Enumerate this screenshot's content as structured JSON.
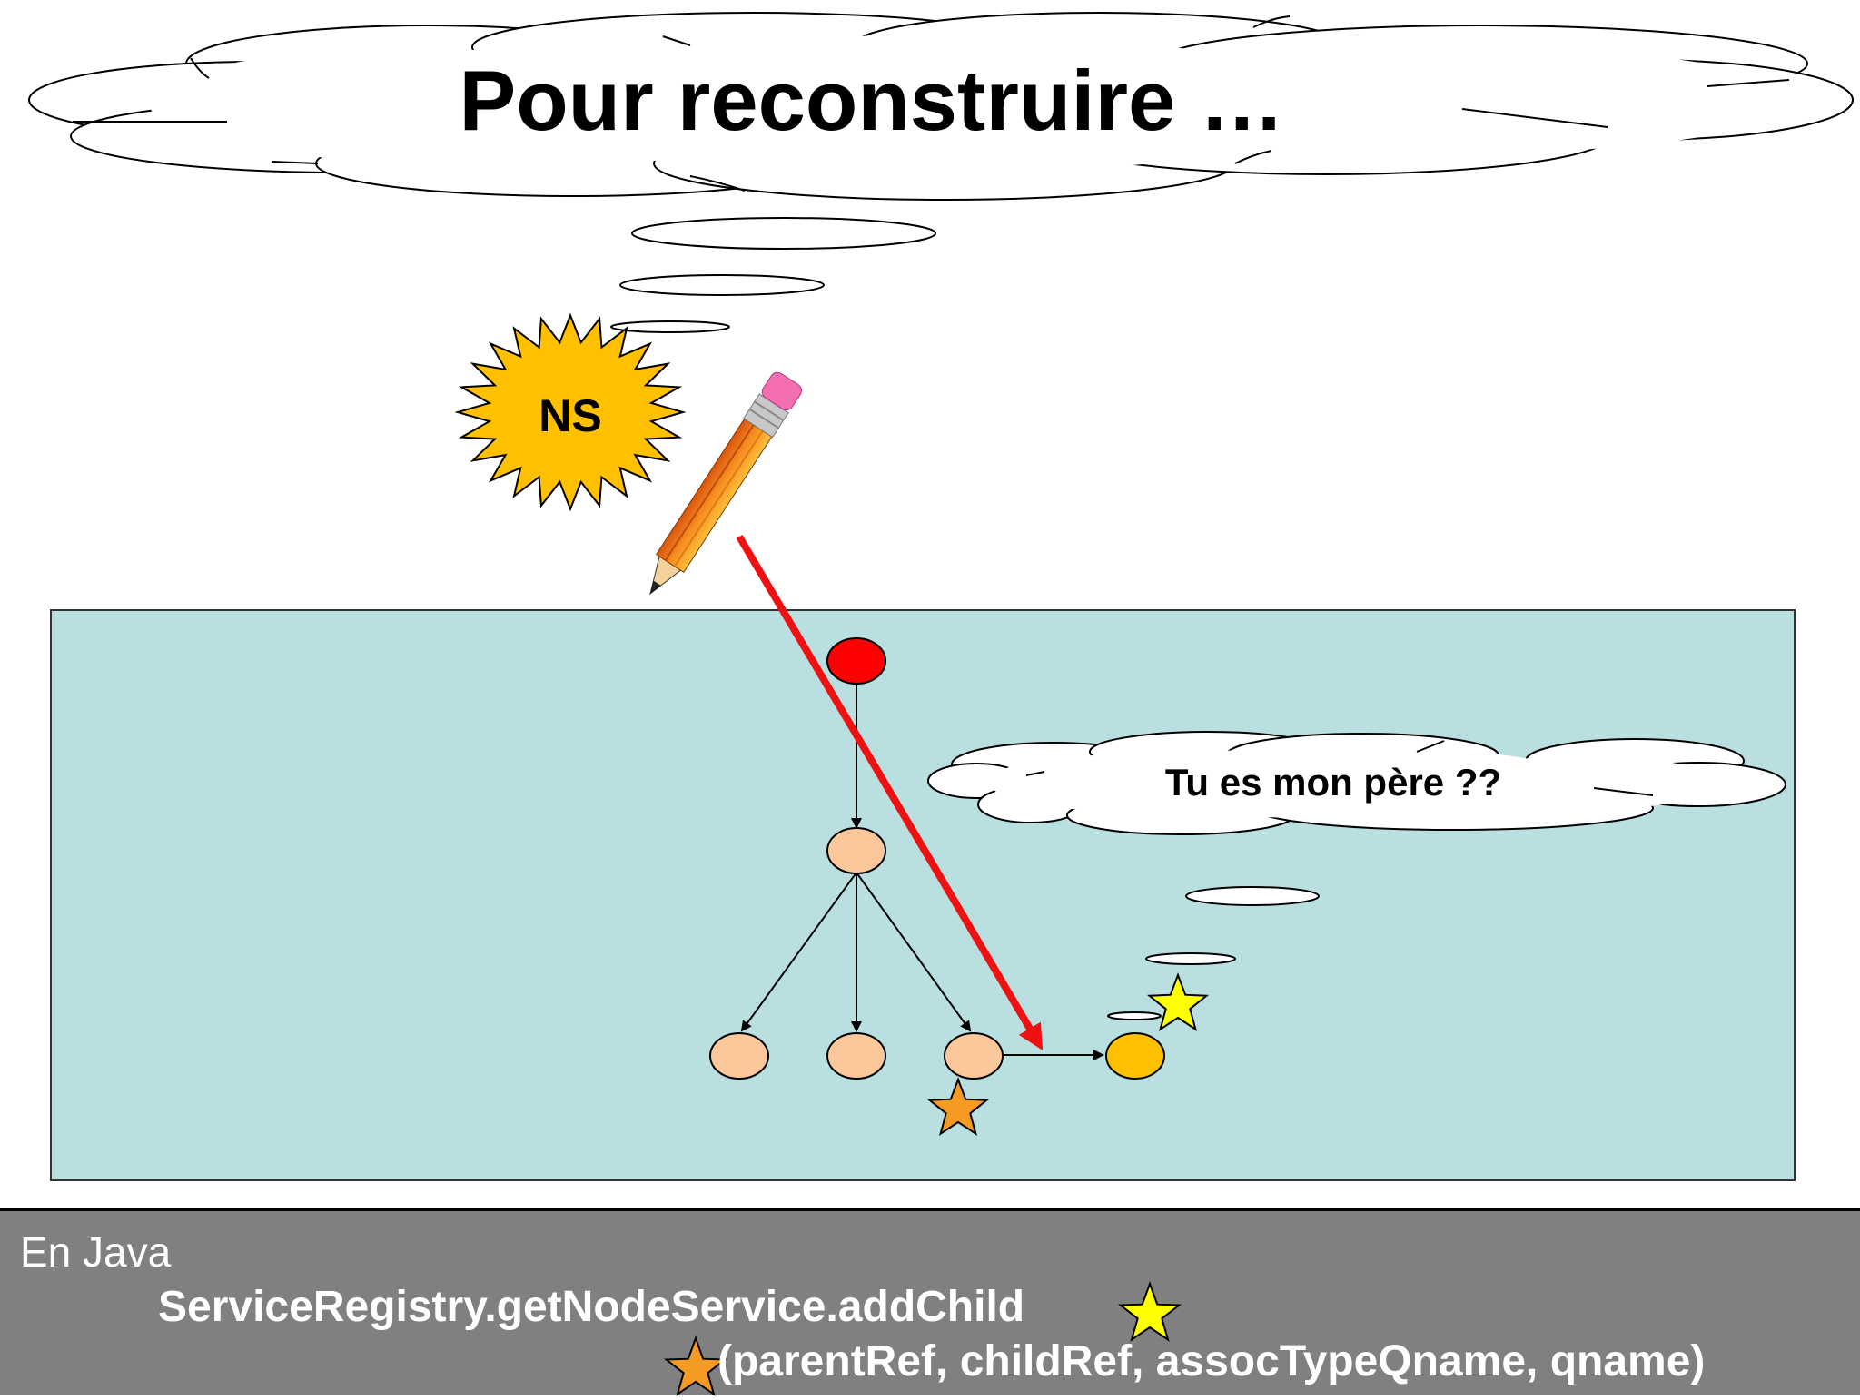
{
  "slide": {
    "title": "Pour reconstruire …",
    "badge": "NS",
    "bubble": "Tu es mon père ??"
  },
  "code": {
    "intro": "En Java",
    "call": "ServiceRegistry.getNodeService.addChild",
    "args": "(parentRef, childRef, assocTypeQname, qname)"
  },
  "colors": {
    "workspace": "#b9dfe1",
    "root_node": "#ff0000",
    "child_node": "#fcc79b",
    "new_node": "#ffc000",
    "sun": "#ffc000",
    "arrow": "#ee1111",
    "star_yellow": "#ffff00",
    "star_orange": "#f59a23",
    "code_panel": "#808080"
  },
  "icons": [
    "pencil-icon",
    "star-icon",
    "sun-burst-icon",
    "thought-cloud-icon"
  ]
}
